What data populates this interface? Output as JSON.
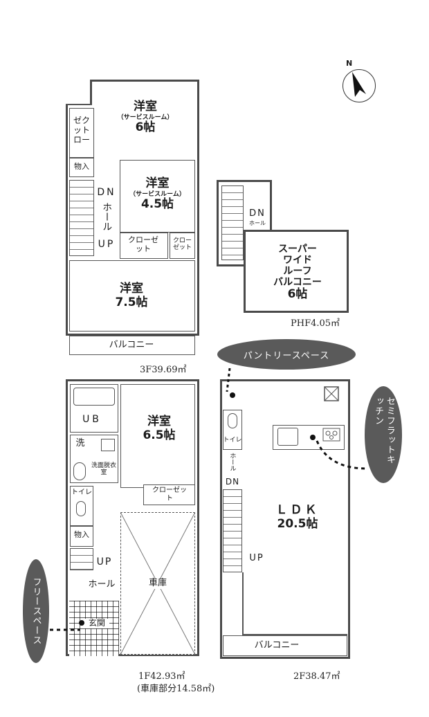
{
  "compass": {
    "label": "N"
  },
  "floor3": {
    "rooms": {
      "western1": {
        "name": "洋室",
        "sub": "（サービスルーム）",
        "size": "6帖"
      },
      "western2": {
        "name": "洋室",
        "sub": "（サービスルーム）",
        "size": "4.5帖"
      },
      "western3": {
        "name": "洋室",
        "size": "7.5帖"
      },
      "closet_secret": "ゼクットロー",
      "storage": "物入",
      "hall_dn": "DN",
      "hall": "ホール",
      "hall_up": "UP",
      "closet1": "クローゼット",
      "closet2": "クローゼット",
      "balcony": "バルコニー"
    },
    "area": "3F39.69㎡"
  },
  "penthouse": {
    "dn": "DN",
    "hall": "ホール",
    "roof_balcony": {
      "name": "スーパーワイドルーフバルコニー",
      "lines": [
        "スーパー",
        "ワイド",
        "ルーフ",
        "バルコニー"
      ],
      "size": "6帖"
    },
    "area": "PHF4.05㎡"
  },
  "floor1": {
    "rooms": {
      "ub": "UB",
      "western": {
        "name": "洋室",
        "size": "6.5帖"
      },
      "wash": "洗",
      "washroom": "洗面脱衣室",
      "toilet": "トイレ",
      "closet": "クローゼット",
      "storage": "物入",
      "up": "UP",
      "hall": "ホール",
      "entrance": "玄関",
      "garage": "車庫"
    },
    "area": "1F42.93㎡",
    "garage_area": "(車庫部分14.58㎡)"
  },
  "floor2": {
    "rooms": {
      "toilet": "トイレ",
      "hall": "ホール",
      "dn": "DN",
      "up": "UP",
      "ldk": {
        "name": "ＬＤＫ",
        "size": "20.5帖"
      },
      "balcony": "バルコニー"
    },
    "area": "2F38.47㎡"
  },
  "callouts": {
    "pantry": "パントリースペース",
    "kitchen": "セミフラットキッチン",
    "free_space": "フリースペース"
  },
  "colors": {
    "wall": "#4a4a4a",
    "bubble": "#5a5a5a",
    "bubble_text": "#ffffff"
  }
}
